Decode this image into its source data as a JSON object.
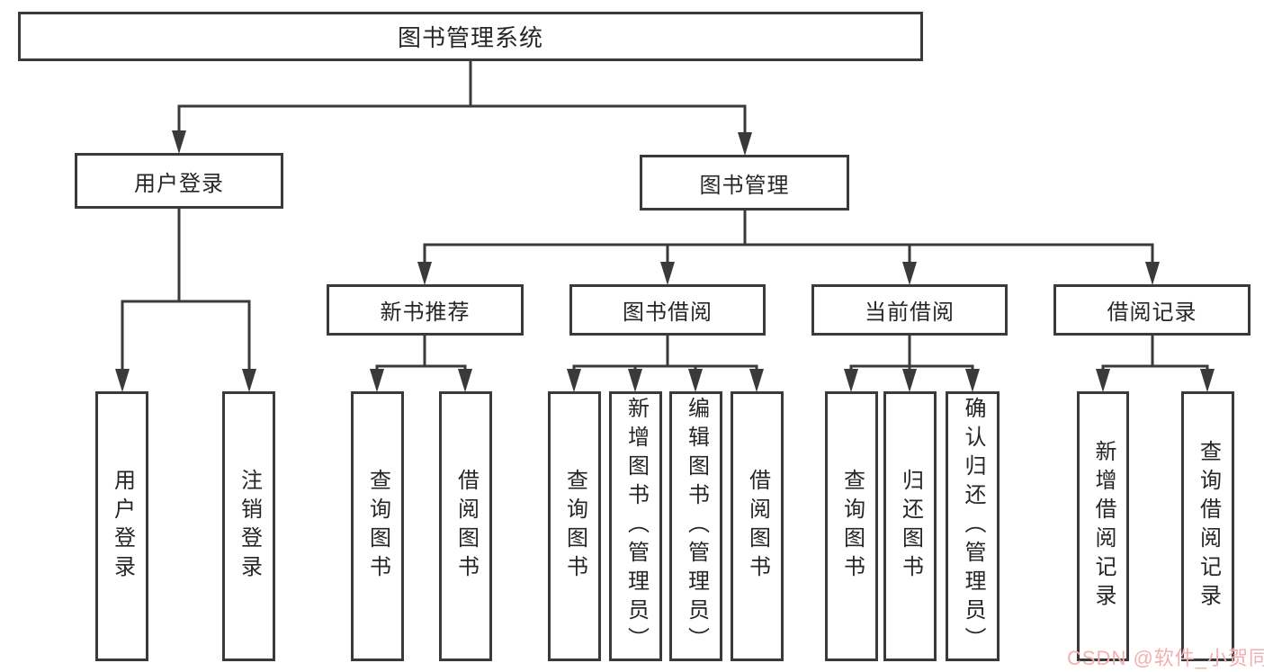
{
  "diagram_title": "图书管理系统",
  "nodes": {
    "root": "图书管理系统",
    "user_login": "用户登录",
    "book_management": "图书管理",
    "new_book_recommend": "新书推荐",
    "book_borrowing": "图书借阅",
    "current_borrowing": "当前借阅",
    "borrowing_records": "借阅记录",
    "leaf_user_login": "用户登录",
    "leaf_logout": "注销登录",
    "leaf_nb_query_books": "查询图书",
    "leaf_nb_borrow_books": "借阅图书",
    "leaf_bb_query_books": "查询图书",
    "leaf_bb_add_books": "新增图书（管理员）",
    "leaf_bb_edit_books": "编辑图书（管理员）",
    "leaf_bb_borrow_books": "借阅图书",
    "leaf_cb_query_books": "查询图书",
    "leaf_cb_return_books": "归还图书",
    "leaf_cb_confirm_return": "确认归还（管理员）",
    "leaf_br_add_record": "新增借阅记录",
    "leaf_br_query_record": "查询借阅记录"
  },
  "watermark": "CSDN @软件_小贺同学",
  "colors": {
    "line": "#3a3a3a",
    "box_border": "#3a3a3a",
    "text": "#262626",
    "watermark": "#f4afaf",
    "background": "#ffffff"
  }
}
